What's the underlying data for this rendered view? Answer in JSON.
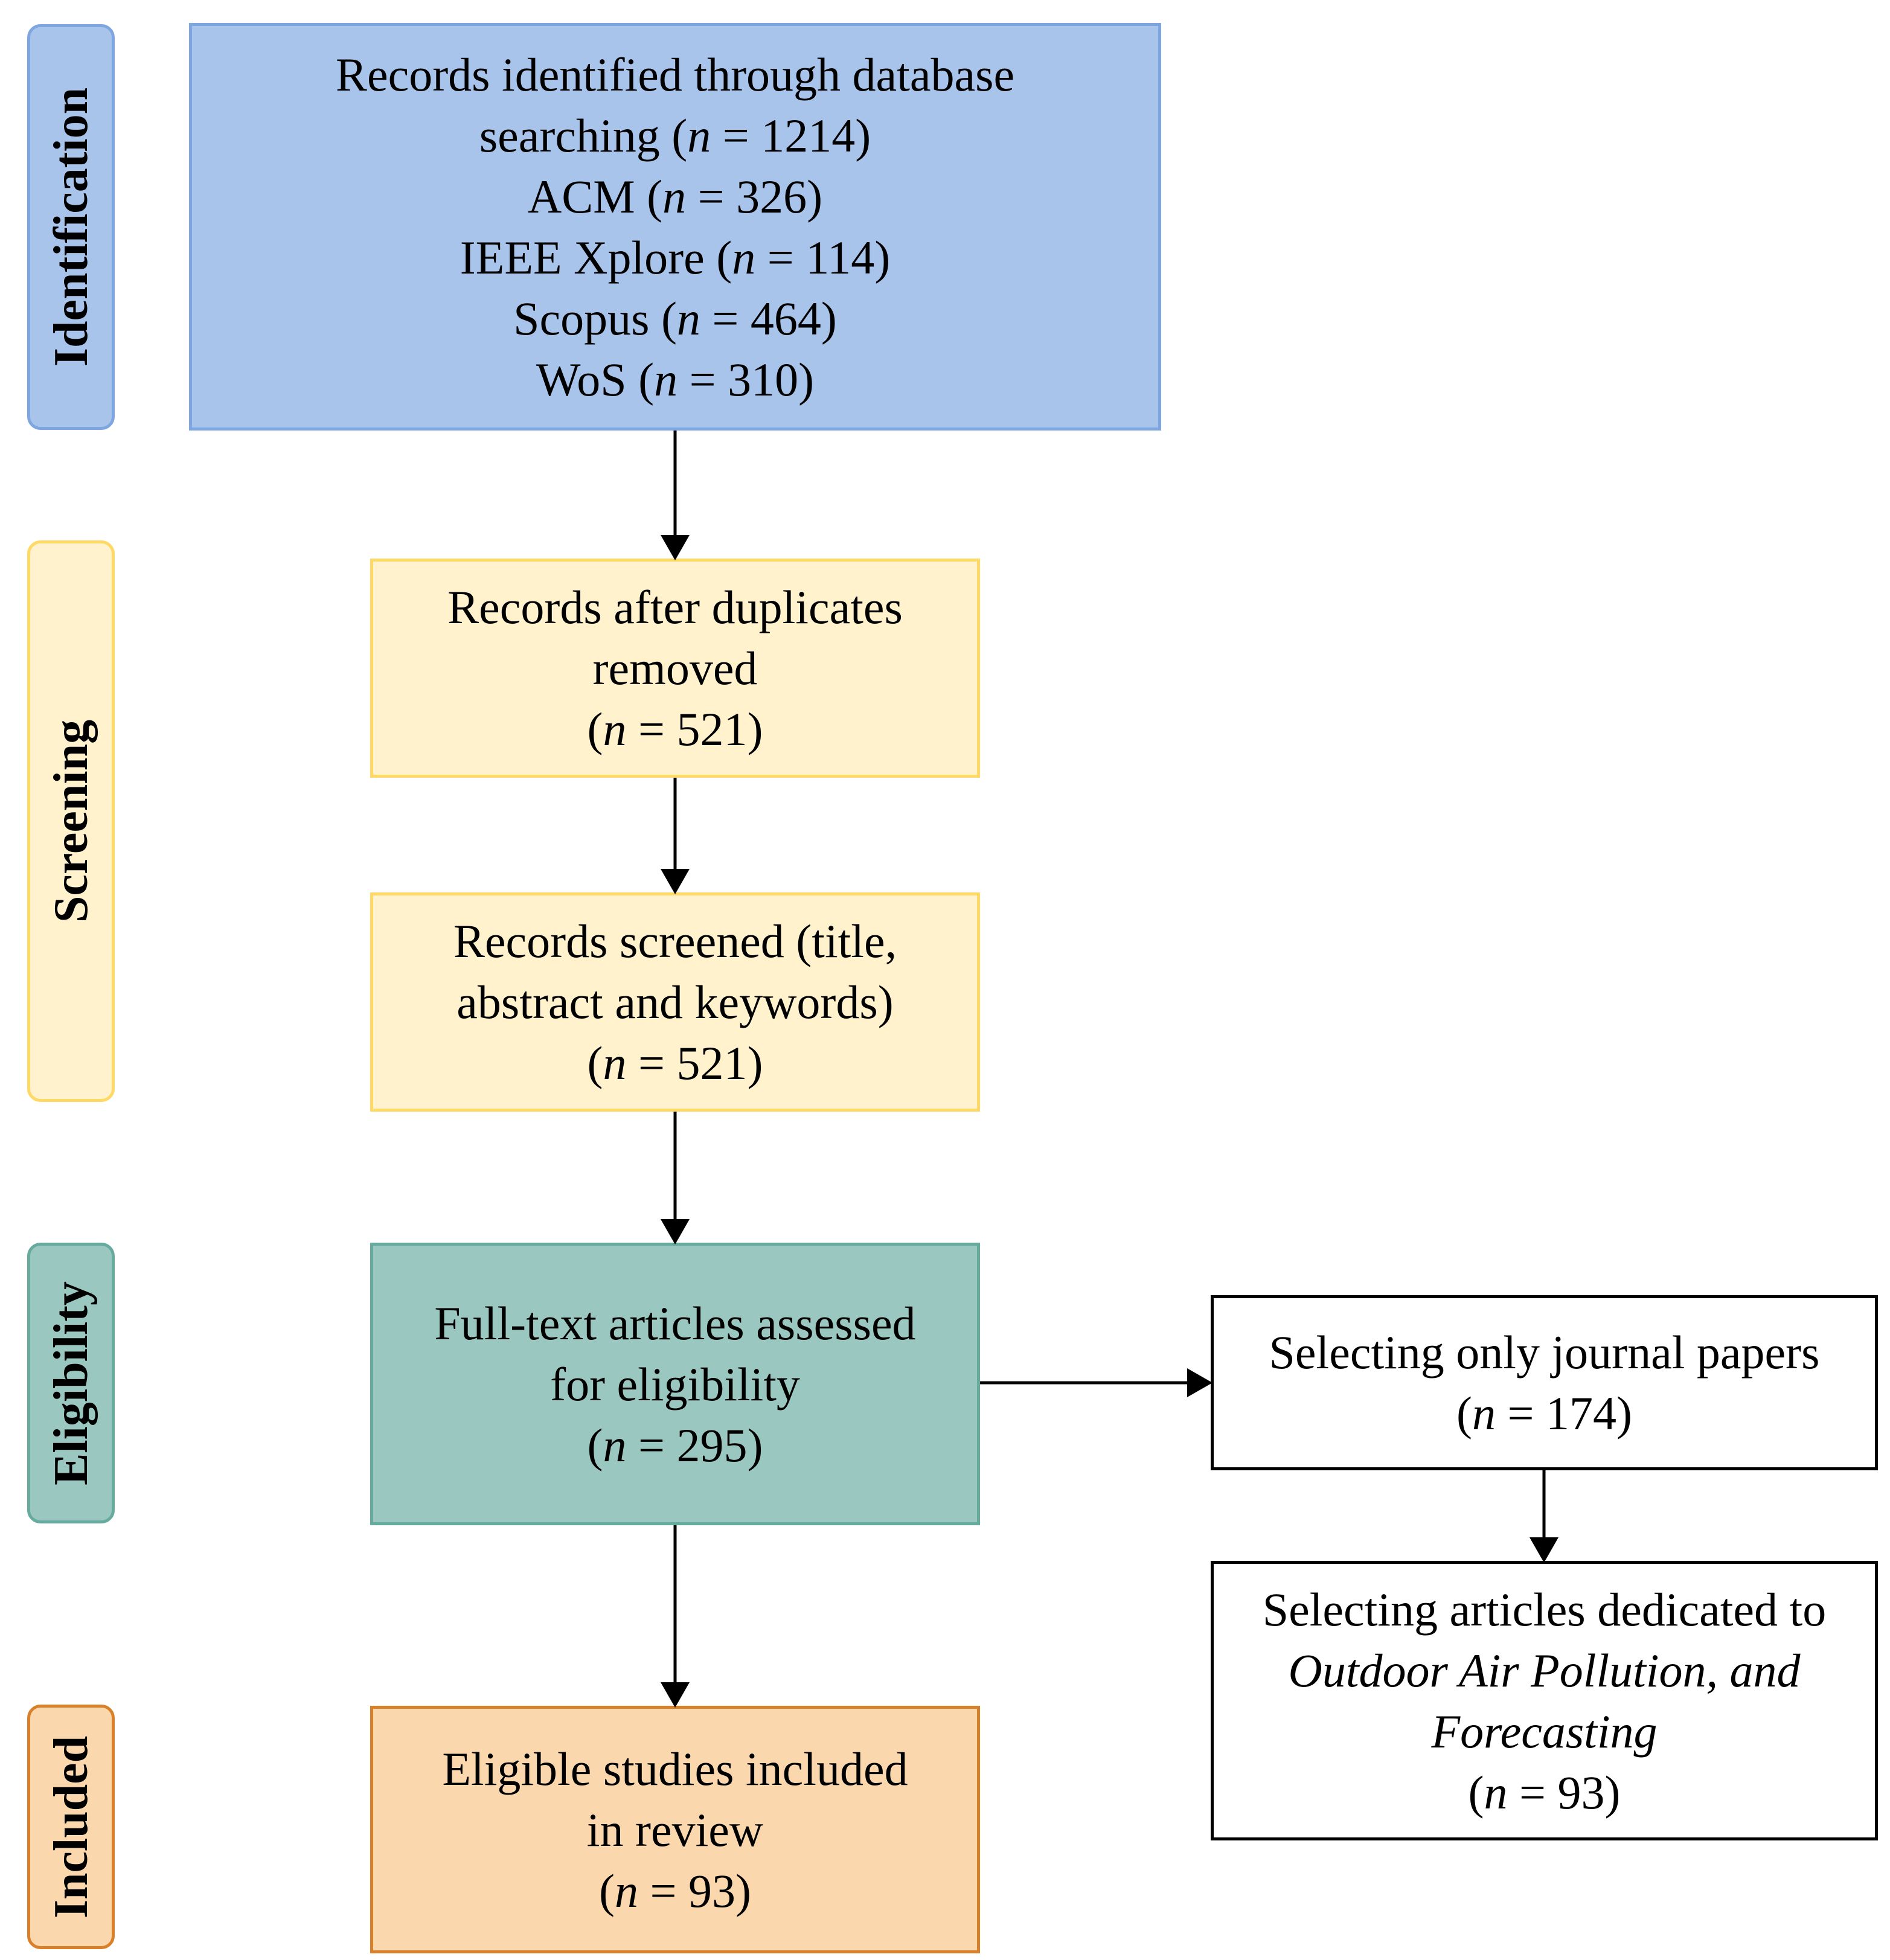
{
  "colors": {
    "identification_fill": "#a9c4eb",
    "identification_border": "#7ea6e0",
    "screening_fill": "#fff2cc",
    "screening_border": "#ffd966",
    "eligibility_fill": "#9ac7bf",
    "eligibility_border": "#67ab9f",
    "included_fill": "#fad7ac",
    "included_border": "#d9802b",
    "plain_fill": "#ffffff",
    "plain_border": "#000000",
    "arrow": "#000000"
  },
  "phases": {
    "identification": "Identification",
    "screening": "Screening",
    "eligibility": "Eligibility",
    "included": "Included"
  },
  "nodes": {
    "identified": {
      "line1": "Records identified through database",
      "line2_text": "searching",
      "count": "1214",
      "sources": [
        {
          "name": "ACM",
          "count": "326"
        },
        {
          "name": "IEEE Xplore",
          "count": "114"
        },
        {
          "name": "Scopus",
          "count": "464"
        },
        {
          "name": "WoS",
          "count": "310"
        }
      ]
    },
    "deduplicated": {
      "line1": "Records after duplicates",
      "line2": "removed",
      "count": "521"
    },
    "screened": {
      "line1": "Records screened (title,",
      "line2": "abstract and keywords)",
      "count": "521"
    },
    "fulltext": {
      "line1": "Full-text articles assessed",
      "line2": "for eligibility",
      "count": "295"
    },
    "included": {
      "line1": "Eligible studies included",
      "line2": "in review",
      "count": "93"
    },
    "journals": {
      "line1": "Selecting only journal papers",
      "count": "174"
    },
    "dedicated": {
      "line1": "Selecting articles dedicated to",
      "line2": "Outdoor Air Pollution, and",
      "line3": "Forecasting",
      "count": "93"
    }
  },
  "count_symbol": "n",
  "count_equals": " = "
}
